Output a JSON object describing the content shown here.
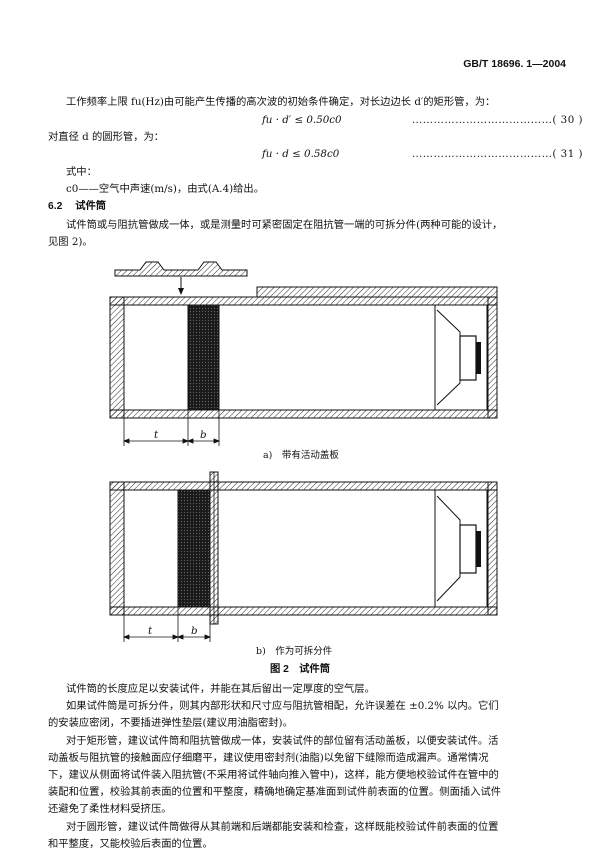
{
  "header": {
    "standard_no": "GB/T 18696. 1—2004"
  },
  "intro": {
    "line1": "工作频率上限 fu(Hz)由可能产生传播的高次波的初始条件确定，对长边边长 d′的矩形管，为：",
    "eq30": "fu · d′ ≤ 0.50c0",
    "eq30_dots": "…………………………………( 30 )",
    "line2": "对直径 d 的圆形管，为：",
    "eq31": "fu · d ≤ 0.58c0",
    "eq31_dots": "…………………………………( 31 )",
    "where": "式中：",
    "c0_def": "c0——空气中声速(m/s)，由式(A.4)给出。"
  },
  "section": {
    "number": "6.2",
    "title": "试件筒",
    "para1_line1": "试件筒或与阻抗管做成一体，或是测量时可紧密固定在阻抗管一端的可拆分件(两种可能的设计，",
    "para1_line2": "见图 2)。"
  },
  "figure": {
    "label_t": "t",
    "label_b": "b",
    "caption_a": "a)　带有活动盖板",
    "caption_b": "b)　作为可拆分件",
    "title": "图 2　试件筒"
  },
  "body": {
    "p1": "试件筒的长度应足以安装试件，并能在其后留出一定厚度的空气层。",
    "p2_l1": "如果试件筒是可拆分件，则其内部形状和尺寸应与阻抗管相配，允许误差在 ±0.2% 以内。它们",
    "p2_l2": "的安装应密闭，不要插进弹性垫层(建议用油脂密封)。",
    "p3_l1": "对于矩形管，建议试件筒和阻抗管做成一体，安装试件的部位留有活动盖板，以便安装试件。活",
    "p3_l2": "动盖板与阻抗管的接触面应仔细磨平，建议使用密封剂(油脂)以免留下缝隙而造成漏声。通常情况",
    "p3_l3": "下，建议从侧面将试件装入阻抗管(不采用将试件轴向推入管中)，这样，能方便地校验试件在管中的",
    "p3_l4": "装配和位置，校验其前表面的位置和平整度，精确地确定基准面到试件前表面的位置。侧面插入试件",
    "p3_l5": "还避免了柔性材料受挤压。",
    "p4_l1": "对于圆形管，建议试件筒做得从其前端和后端都能安装和检查，这样既能校验试件前表面的位置",
    "p4_l2": "和平整度，又能校验后表面的位置。"
  }
}
